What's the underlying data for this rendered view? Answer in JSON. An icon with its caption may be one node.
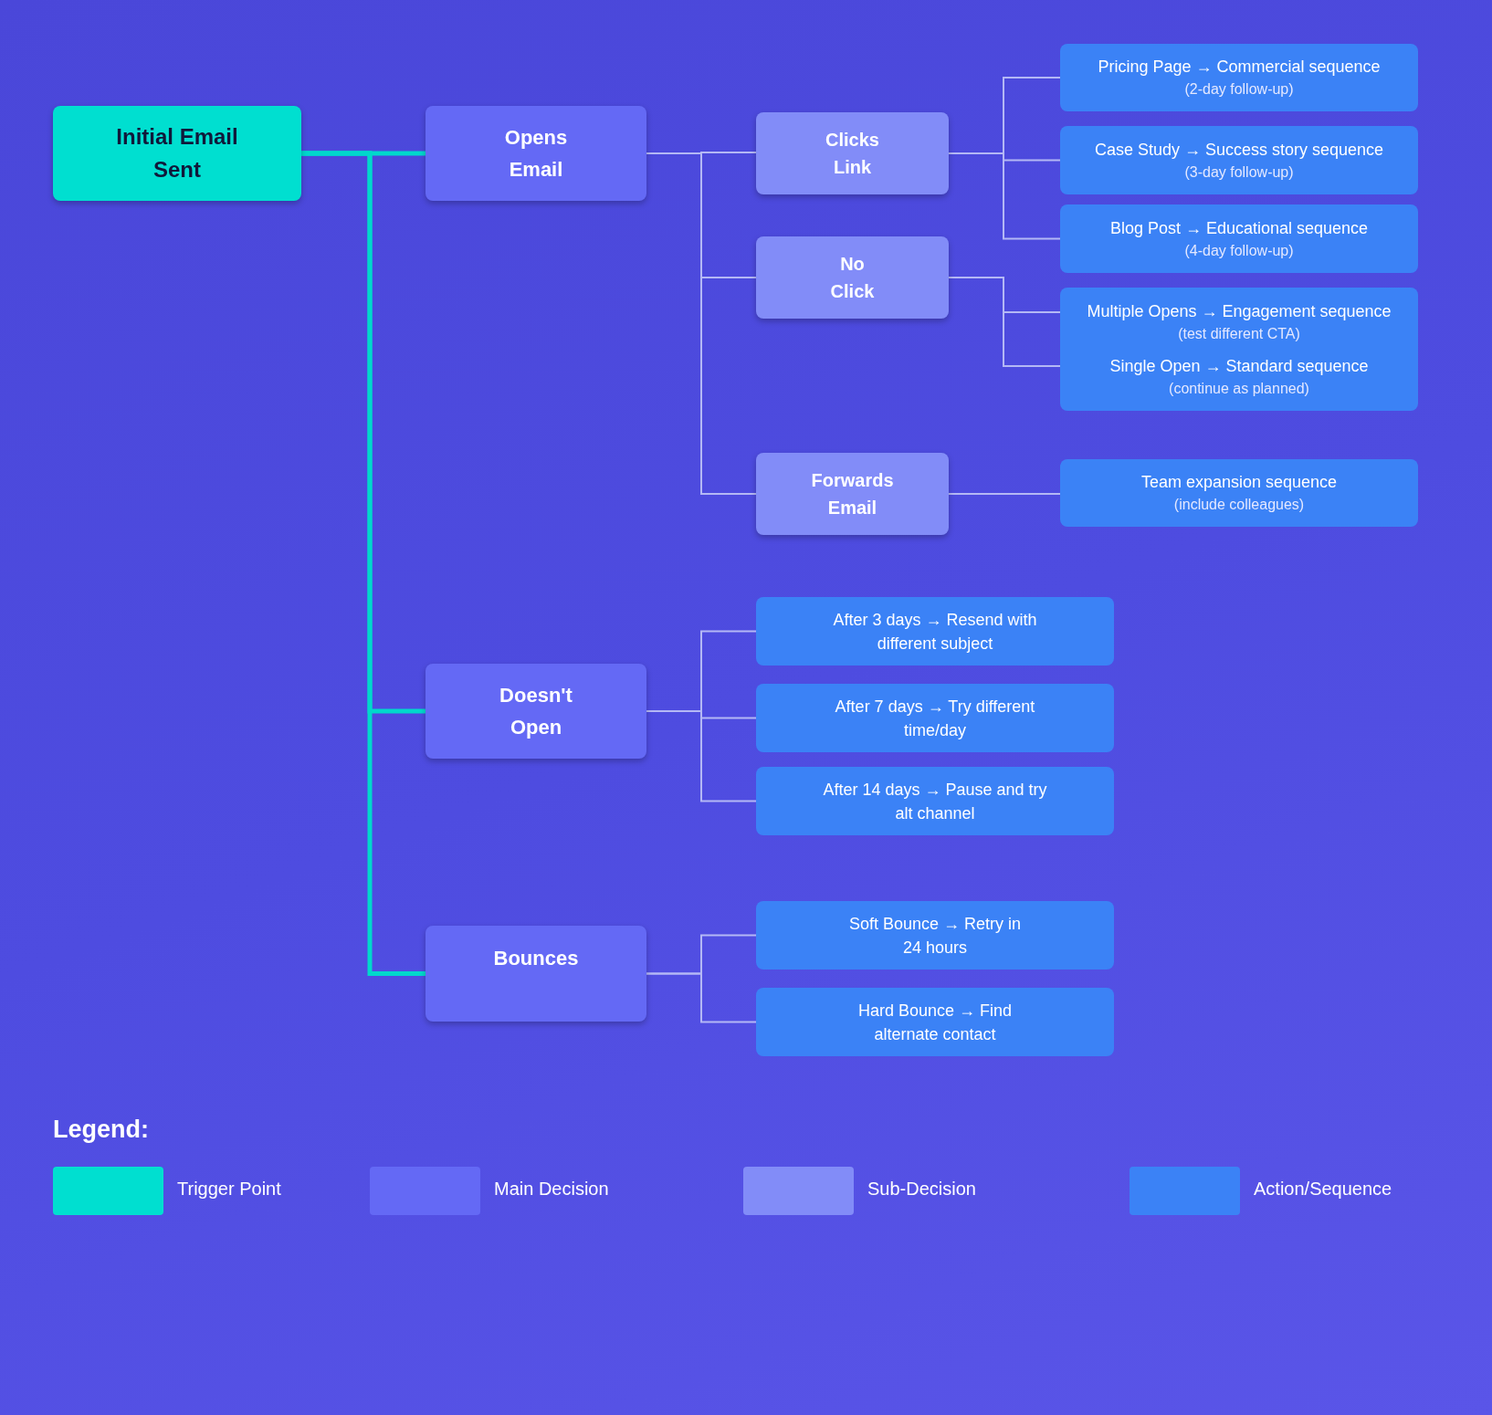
{
  "diagram": {
    "nodes": [
      {
        "text": [
          "Initial Email Sent"
        ]
      },
      {
        "text": [
          "Opens Email"
        ]
      },
      {
        "text": [
          "Clicks Link"
        ]
      },
      {
        "text": [
          "No Click"
        ]
      },
      {
        "text": [
          "Pricing Page → Commercial sequence",
          "(2-day follow-up)"
        ]
      },
      {
        "text": [
          "Case Study → Success story sequence",
          "(3-day follow-up)"
        ]
      },
      {
        "text": [
          "Blog Post → Educational sequence",
          "(4-day follow-up)"
        ]
      },
      {
        "text": [
          "Multiple Opens → Engagement sequence",
          "(test different CTA)",
          "Single Open → Standard sequence",
          "(continue as planned)"
        ]
      },
      {
        "text": [
          "Forwards Email"
        ]
      },
      {
        "text": [
          "Team expansion sequence",
          "(include colleagues)"
        ]
      },
      {
        "text": [
          "Doesn't Open"
        ]
      },
      {
        "text": [
          "After 3 days → Resend with different subject"
        ]
      },
      {
        "text": [
          "After 7 days → Try different time/day"
        ]
      },
      {
        "text": [
          "After 14 days → Pause and try alt channel"
        ]
      },
      {
        "text": [
          "Bounces"
        ]
      },
      {
        "text": [
          "Soft Bounce → Retry in 24 hours"
        ]
      },
      {
        "text": [
          "Hard Bounce → Find alternate contact"
        ]
      }
    ],
    "edges": [
      {
        "from": 0,
        "to": 1,
        "arrow": "none",
        "style": "thick",
        "color": "#00d8cc"
      },
      {
        "from": 0,
        "to": 10,
        "arrow": "none",
        "style": "thick",
        "color": "#00d8cc"
      },
      {
        "from": 0,
        "to": 14,
        "arrow": "none",
        "style": "thick",
        "color": "#00d8cc"
      },
      {
        "from": 1,
        "to": 2,
        "arrow": "none"
      },
      {
        "from": 1,
        "to": 3,
        "arrow": "none"
      },
      {
        "from": 1,
        "to": 8,
        "arrow": "none"
      },
      {
        "from": 2,
        "to": 4,
        "arrow": "none"
      },
      {
        "from": 2,
        "to": 5,
        "arrow": "none"
      },
      {
        "from": 2,
        "to": 6,
        "arrow": "none"
      },
      {
        "from": 3,
        "to": 7,
        "arrow": "none"
      },
      {
        "from": 3,
        "to": 7,
        "arrow": "none"
      },
      {
        "from": 8,
        "to": 9,
        "arrow": "none"
      },
      {
        "from": 10,
        "to": 11,
        "arrow": "none"
      },
      {
        "from": 10,
        "to": 12,
        "arrow": "none"
      },
      {
        "from": 10,
        "to": 13,
        "arrow": "none"
      },
      {
        "from": 14,
        "to": 15,
        "arrow": "none"
      },
      {
        "from": 14,
        "to": 16,
        "arrow": "none"
      }
    ],
    "labels": [
      "Legend:"
    ],
    "legend": [
      {
        "text": "Trigger Point",
        "color": "#00dfd0"
      },
      {
        "text": "Main Decision",
        "color": "#6469f5"
      },
      {
        "text": "Sub-Decision",
        "color": "#828cf8"
      },
      {
        "text": "Action/Sequence",
        "color": "#3b82f6"
      }
    ]
  }
}
